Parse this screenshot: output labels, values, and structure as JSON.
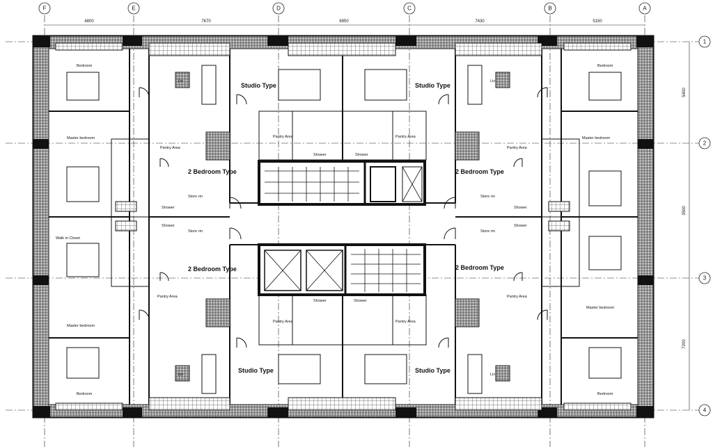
{
  "grid": {
    "columns": [
      "F",
      "E",
      "D",
      "C",
      "B",
      "A"
    ],
    "rows": [
      "1",
      "2",
      "3",
      "4"
    ],
    "column_spacings": [
      "4800",
      "7670",
      "6950",
      "7430",
      "5150"
    ],
    "row_spacings": [
      "5400",
      "3500",
      "7200"
    ]
  },
  "rooms": {
    "studio": "Studio Type",
    "two_bedroom": "2 Bedroom Type",
    "master_bedroom": "Master bedroom",
    "bedroom": "Bedroom",
    "pantry": "Pantry Area",
    "shower": "Shower",
    "store": "Store rm",
    "walk_in_closet": "Walk in Closet",
    "living": "Liv"
  },
  "colors": {
    "line": "#111111",
    "hatch": "#333333",
    "grid": "#222222"
  }
}
